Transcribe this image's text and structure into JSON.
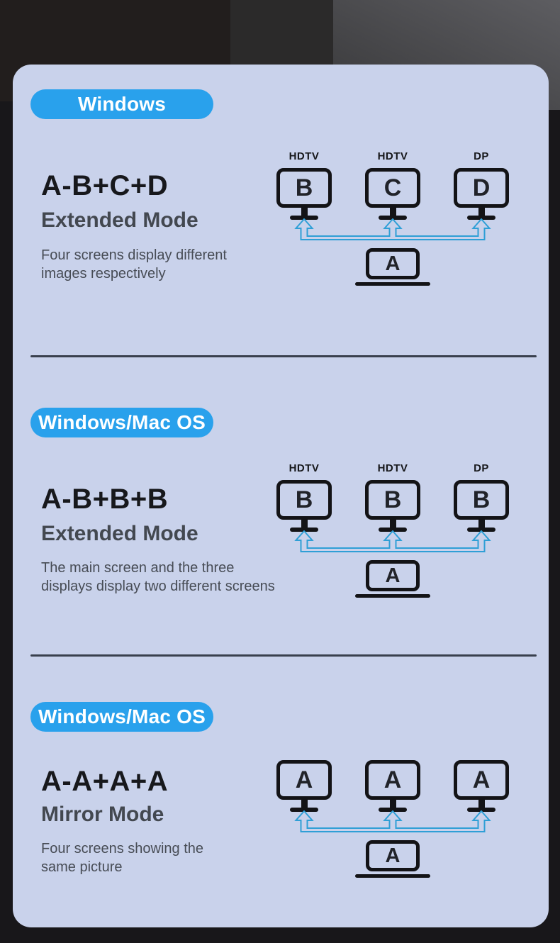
{
  "colors": {
    "badge_blue": "#29a1ec",
    "arrow_blue": "#2f9fd6",
    "card_background": "#c9d2eb",
    "divider": "#39404d"
  },
  "sections": [
    {
      "badge": "Windows",
      "code": "A-B+C+D",
      "mode": "Extended Mode",
      "description_lines": [
        "Four screens display different",
        "images respectively"
      ],
      "ports": [
        "HDTV",
        "HDTV",
        "DP"
      ],
      "monitors": [
        "B",
        "C",
        "D"
      ],
      "source": "A"
    },
    {
      "badge": "Windows/Mac OS",
      "code": "A-B+B+B",
      "mode": "Extended Mode",
      "description_lines": [
        "The main screen and the three",
        "displays display two different screens"
      ],
      "ports": [
        "HDTV",
        "HDTV",
        "DP"
      ],
      "monitors": [
        "B",
        "B",
        "B"
      ],
      "source": "A"
    },
    {
      "badge": "Windows/Mac OS",
      "code": "A-A+A+A",
      "mode": "Mirror Mode",
      "description_lines": [
        "Four screens showing the",
        "same picture"
      ],
      "ports": [
        "",
        "",
        ""
      ],
      "monitors": [
        "A",
        "A",
        "A"
      ],
      "source": "A"
    }
  ]
}
